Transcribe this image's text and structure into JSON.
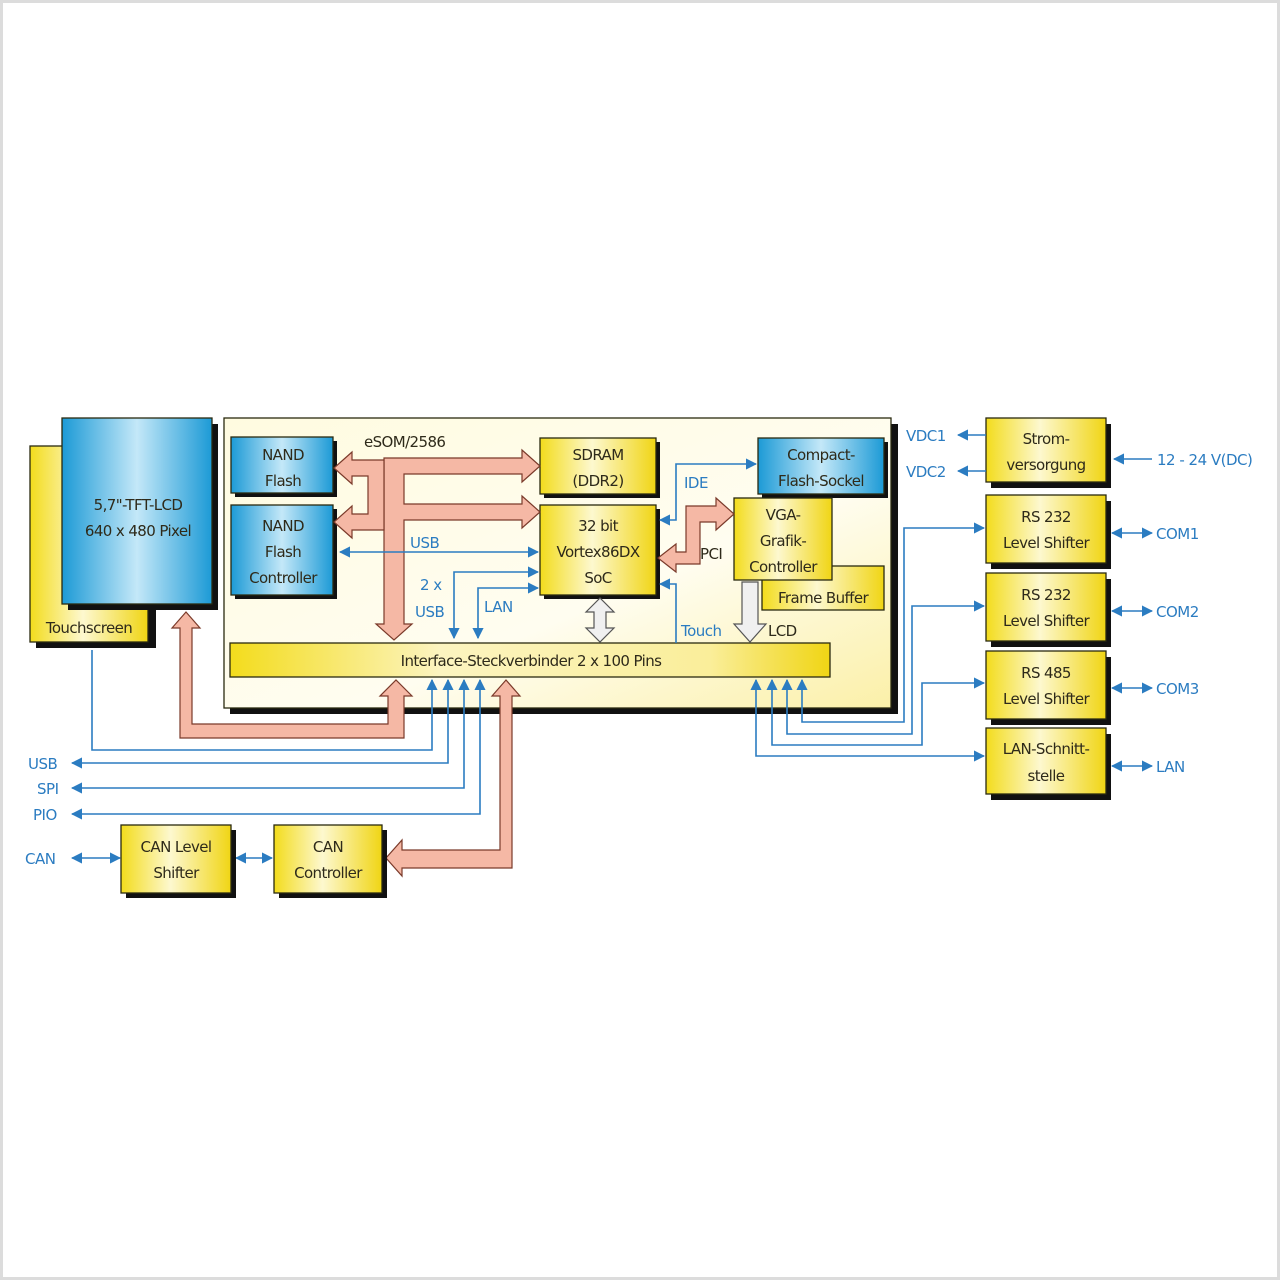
{
  "title": "eSOM/2586",
  "lcd": {
    "line1": "5,7\"-TFT-LCD",
    "line2": "640 x 480 Pixel"
  },
  "touchscreen": "Touchscreen",
  "nand_flash": {
    "line1": "NAND",
    "line2": "Flash"
  },
  "nand_ctrl": {
    "line1": "NAND",
    "line2": "Flash",
    "line3": "Controller"
  },
  "sdram": {
    "line1": "SDRAM",
    "line2": "(DDR2)"
  },
  "soc": {
    "line1": "32 bit",
    "line2": "Vortex86DX",
    "line3": "SoC"
  },
  "cf": {
    "line1": "Compact-",
    "line2": "Flash-Sockel"
  },
  "vga": {
    "line1": "VGA-",
    "line2": "Grafik-",
    "line3": "Controller"
  },
  "frame_buffer": "Frame Buffer",
  "interface": "Interface-Steckverbinder 2 x 100 Pins",
  "power": {
    "line1": "Strom-",
    "line2": "versorgung"
  },
  "rs232_1": {
    "line1": "RS 232",
    "line2": "Level Shifter"
  },
  "rs232_2": {
    "line1": "RS 232",
    "line2": "Level Shifter"
  },
  "rs485": {
    "line1": "RS 485",
    "line2": "Level Shifter"
  },
  "lan_if": {
    "line1": "LAN-Schnitt-",
    "line2": "stelle"
  },
  "can_ls": {
    "line1": "CAN Level",
    "line2": "Shifter"
  },
  "can_ctrl": {
    "line1": "CAN",
    "line2": "Controller"
  },
  "signals": {
    "usb_inner": "USB",
    "two_x": "2 x",
    "usb2": "USB",
    "lan_inner": "LAN",
    "ide": "IDE",
    "pci": "PCI",
    "touch": "Touch",
    "lcd": "LCD",
    "vdc1": "VDC1",
    "vdc2": "VDC2",
    "power_in": "12 - 24 V(DC)",
    "com1": "COM1",
    "com2": "COM2",
    "com3": "COM3",
    "lan_out": "LAN",
    "usb_out": "USB",
    "spi_out": "SPI",
    "pio_out": "PIO",
    "can_out": "CAN"
  },
  "colors": {
    "yellow": "#f3dc1c",
    "yellow_light": "#fdf8cf",
    "blue": "#1ea0dc",
    "blue_light": "#bfe6f8",
    "signal_blue": "#2b7cc1",
    "bus_pink": "#f5b8a5"
  }
}
